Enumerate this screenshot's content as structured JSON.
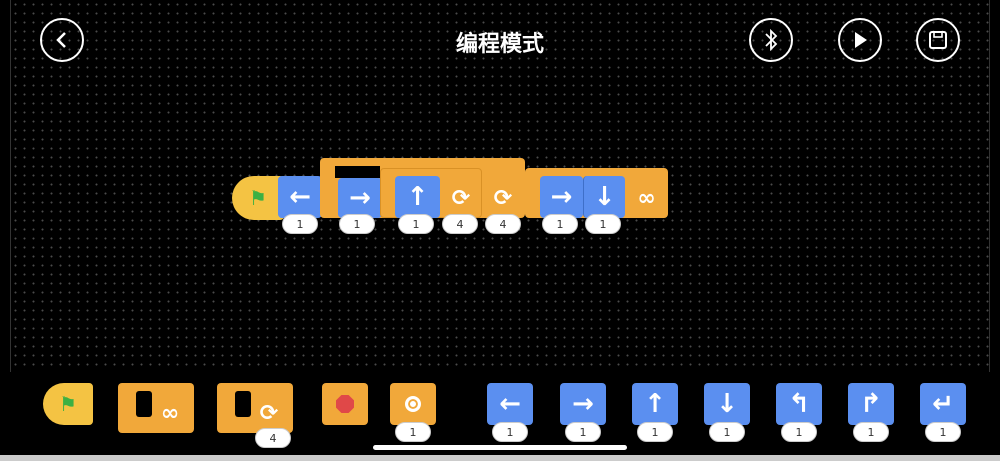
{
  "header": {
    "title": "编程模式",
    "back_icon": "chevron-left-icon",
    "bluetooth_icon": "bluetooth-icon",
    "play_icon": "play-icon",
    "save_icon": "save-icon"
  },
  "colors": {
    "motion": "#5b8ff0",
    "control": "#f1a83a",
    "event": "#f4c343"
  },
  "program": {
    "start": "flag-icon",
    "blocks": [
      {
        "type": "left",
        "value": "1"
      },
      {
        "type": "right",
        "value": "1"
      },
      {
        "type": "up",
        "value": "1"
      },
      {
        "type": "repeat",
        "value": "4"
      },
      {
        "type": "repeat",
        "value": "4"
      },
      {
        "type": "right",
        "value": "1"
      },
      {
        "type": "down",
        "value": "1"
      },
      {
        "type": "forever"
      }
    ]
  },
  "palette": {
    "repeat_value": "4",
    "wait_value": "1",
    "arrows": [
      {
        "type": "left",
        "value": "1"
      },
      {
        "type": "right",
        "value": "1"
      },
      {
        "type": "up",
        "value": "1"
      },
      {
        "type": "down",
        "value": "1"
      },
      {
        "type": "turn-left",
        "value": "1"
      },
      {
        "type": "turn-right",
        "value": "1"
      },
      {
        "type": "return",
        "value": "1"
      }
    ]
  }
}
